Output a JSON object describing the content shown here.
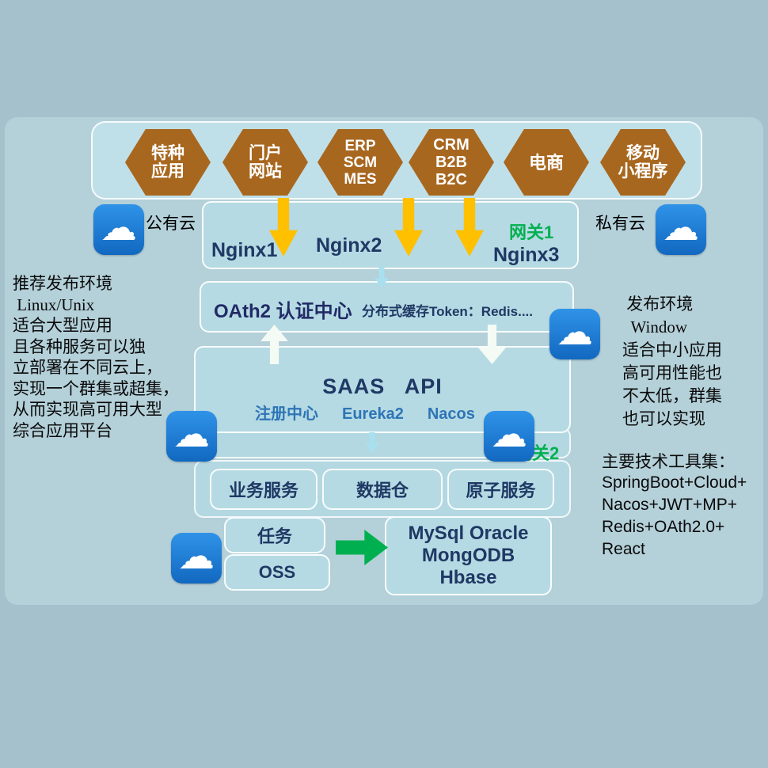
{
  "hexagons": [
    {
      "label": "特种\n应用"
    },
    {
      "label": "门户\n网站"
    },
    {
      "label": "ERP\nSCM\nMES"
    },
    {
      "label": "CRM\nB2B\nB2C"
    },
    {
      "label": "电商"
    },
    {
      "label": "移动\n小程序"
    }
  ],
  "icons": {
    "cloud": "☁"
  },
  "clouds": {
    "public_label": "公有云",
    "private_label": "私有云"
  },
  "gateway_row": {
    "nginx1": "Nginx1",
    "nginx2": "Nginx2",
    "nginx3": "Nginx3",
    "gateway1": "网关1"
  },
  "auth_row": {
    "oauth": "OAth2 认证中心",
    "cache": "分布式缓存Token：Redis...."
  },
  "saas": {
    "title": "SAAS   API",
    "registry": "注册中心",
    "eureka": "Eureka2",
    "nacos": "Nacos",
    "gateway2": "网关2"
  },
  "services": {
    "business": "业务服务",
    "warehouse": "数据仓",
    "atomic": "原子服务",
    "task": "任务",
    "oss": "OSS",
    "db": "MySql  Oracle\nMongODB\nHbase"
  },
  "notes": {
    "left": "推荐发布环境\n Linux/Unix\n适合大型应用\n且各种服务可以独\n立部署在不同云上，\n实现一个群集或超集，\n从而实现高可用大型\n综合应用平台",
    "right": " 发布环境\n  Window\n适合中小应用\n高可用性能也\n不太低，群集\n也可以实现",
    "tech_title": "主要技术工具集：",
    "tech_list": "SpringBoot+Cloud+\nNacos+JWT+MP+\nRedis+OAth2.0+\nReact"
  },
  "colors": {
    "hex_brown": "#a8671f",
    "navy": "#1f3864",
    "green": "#00b050",
    "registry_blue": "#2e75b6",
    "cloud_blue": "#1a7fd6",
    "arrow_yellow": "#ffc000"
  }
}
